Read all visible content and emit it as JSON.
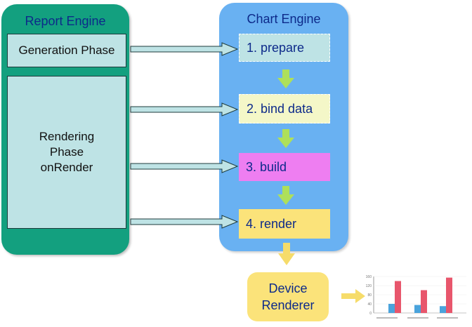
{
  "report_engine": {
    "title": "Report Engine",
    "generation_phase": "Generation Phase",
    "rendering_phase_lines": [
      "Rendering",
      "Phase",
      "onRender"
    ]
  },
  "chart_engine": {
    "title": "Chart Engine",
    "steps": [
      "1. prepare",
      "2. bind data",
      "3. build",
      "4. render"
    ]
  },
  "device_renderer": {
    "lines": [
      "Device",
      "Renderer"
    ]
  },
  "colors": {
    "report_panel": "#13a07f",
    "chart_panel": "#69b1f2",
    "phase_box": "#bee3e5",
    "step_prepare": "#bee3e5",
    "step_bind": "#f4f7c8",
    "step_build": "#ee7ef1",
    "step_render": "#fbe37a",
    "title_text": "#0d2a8a",
    "arrow_down_green": "#aee05a",
    "arrow_down_yellow": "#f6dc6a",
    "chart_bar_blue": "#4aa3dc",
    "chart_bar_red": "#e8566c"
  },
  "mini_chart": {
    "y_ticks": [
      "160",
      "120",
      "80",
      "40",
      "0"
    ],
    "series": [
      {
        "values": [
          40,
          35,
          30
        ]
      },
      {
        "values": [
          140,
          100,
          155
        ]
      }
    ],
    "ylim": [
      0,
      160
    ]
  }
}
